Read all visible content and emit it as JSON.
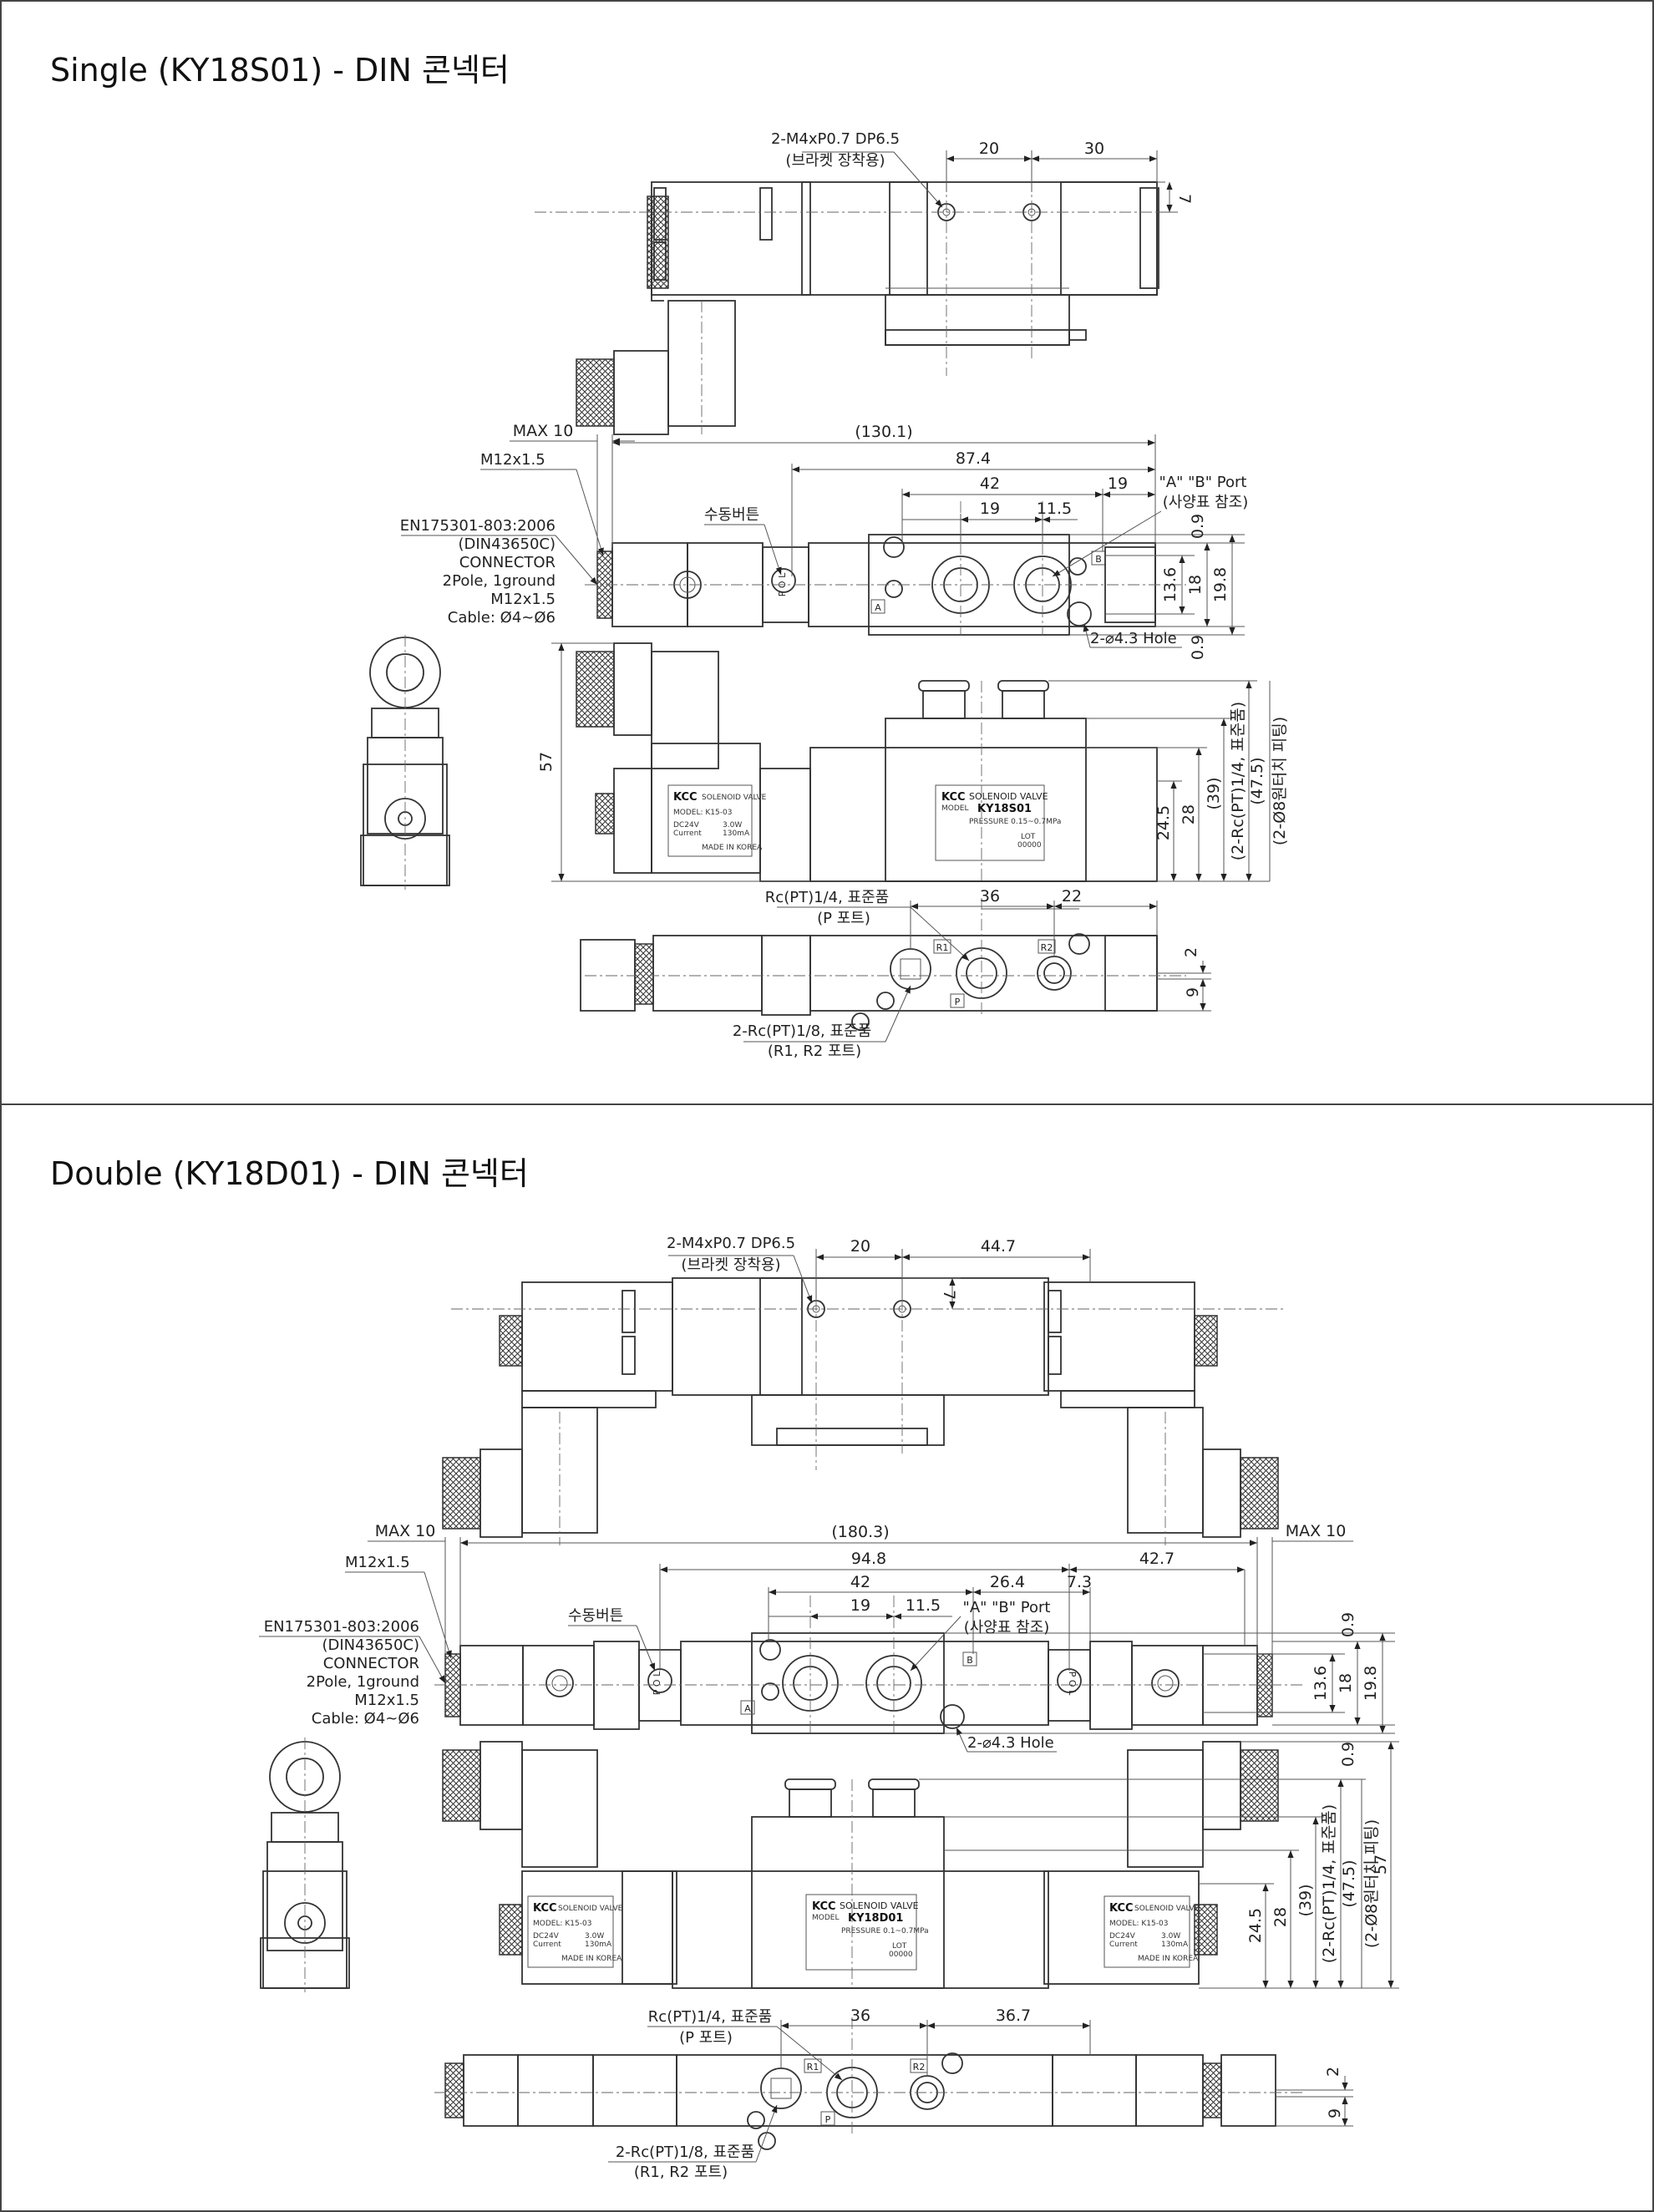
{
  "sections": [
    {
      "title": "Single (KY18S01) - DIN 콘넥터",
      "top_view": {
        "bracket_tap": "2-M4xP0.7 DP6.5",
        "bracket_note": "(브라켓 장착용)",
        "dims": [
          "20",
          "30",
          "7"
        ]
      },
      "plan_view": {
        "dims_top": [
          "MAX 10",
          "(130.1)",
          "87.4",
          "42",
          "19",
          "19",
          "11.5"
        ],
        "dims_right": [
          "0.9",
          "13.6",
          "18",
          "19.8",
          "0.9"
        ],
        "labels": [
          "M12x1.5",
          "수동버튼",
          "\"A\" \"B\" Port",
          "(사양표 참조)",
          "2-⌀4.3 Hole"
        ],
        "connector_spec": [
          "EN175301-803:2006",
          "(DIN43650C)",
          "CONNECTOR",
          "2Pole, 1ground",
          "M12x1.5",
          "Cable: Ø4~Ø6"
        ],
        "port_marks": [
          "A",
          "B"
        ]
      },
      "front_view": {
        "height": "57",
        "dims_right": [
          "24.5",
          "28",
          "(39)",
          "(2-Rc(PT)1/4, 표준품)",
          "(47.5)",
          "(2-Ø8원터치 피팅)"
        ],
        "coil_plate": {
          "brand": "KCC",
          "line1": "SOLENOID VALVE",
          "line2": "MODEL: K15-03",
          "line3": "DC24V",
          "line4": "Current",
          "line5": "3.0W",
          "line6": "130mA",
          "line7": "MADE IN KOREA"
        },
        "body_plate": {
          "brand": "KCC",
          "line1": "SOLENOID VALVE",
          "model_label": "MODEL",
          "model": "KY18S01",
          "pressure": "PRESSURE 0.15~0.7MPa",
          "lot": "LOT",
          "lot_no": "00000"
        }
      },
      "bottom_view": {
        "p_port": "Rc(PT)1/4, 표준품",
        "p_note": "(P 포트)",
        "r_port": "2-Rc(PT)1/8, 표준품",
        "r_note": "(R1, R2 포트)",
        "dims": [
          "36",
          "22",
          "2",
          "9"
        ],
        "port_marks": [
          "R1",
          "R2",
          "P"
        ]
      }
    },
    {
      "title": "Double (KY18D01) - DIN 콘넥터",
      "top_view": {
        "bracket_tap": "2-M4xP0.7 DP6.5",
        "bracket_note": "(브라켓 장착용)",
        "dims": [
          "20",
          "44.7",
          "7"
        ]
      },
      "plan_view": {
        "dims_top": [
          "MAX 10",
          "(180.3)",
          "MAX 10",
          "94.8",
          "42.7",
          "42",
          "26.4",
          "7.3",
          "19",
          "11.5"
        ],
        "dims_right": [
          "0.9",
          "13.6",
          "18",
          "19.8",
          "0.9"
        ],
        "labels": [
          "M12x1.5",
          "수동버튼",
          "\"A\" \"B\" Port",
          "(사양표 참조)",
          "2-⌀4.3 Hole"
        ],
        "connector_spec": [
          "EN175301-803:2006",
          "(DIN43650C)",
          "CONNECTOR",
          "2Pole, 1ground",
          "M12x1.5",
          "Cable: Ø4~Ø6"
        ],
        "port_marks": [
          "A",
          "B"
        ]
      },
      "front_view": {
        "height": "57",
        "dims_right": [
          "24.5",
          "28",
          "(39)",
          "(2-Rc(PT)1/4, 표준품)",
          "(47.5)",
          "(2-Ø8원터치 피팅)"
        ],
        "coil_plate": {
          "brand": "KCC",
          "line1": "SOLENOID VALVE",
          "line2": "MODEL: K15-03",
          "line3": "DC24V",
          "line4": "Current",
          "line5": "3.0W",
          "line6": "130mA",
          "line7": "MADE IN KOREA"
        },
        "body_plate": {
          "brand": "KCC",
          "line1": "SOLENOID VALVE",
          "model_label": "MODEL",
          "model": "KY18D01",
          "pressure": "PRESSURE 0.1~0.7MPa",
          "lot": "LOT",
          "lot_no": "00000"
        }
      },
      "bottom_view": {
        "p_port": "Rc(PT)1/4, 표준품",
        "p_note": "(P 포트)",
        "r_port": "2-Rc(PT)1/8, 표준품",
        "r_note": "(R1, R2 포트)",
        "dims": [
          "36",
          "36.7",
          "2",
          "9"
        ],
        "port_marks": [
          "R1",
          "R2",
          "P"
        ]
      }
    }
  ]
}
